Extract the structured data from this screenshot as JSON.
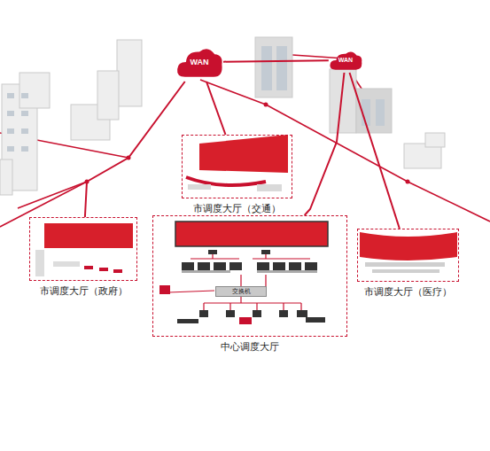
{
  "diagram": {
    "nodes": [
      {
        "text": [
          "WAN"
        ]
      },
      {
        "text": [
          "WAN"
        ]
      },
      {
        "text": [
          "市调度大厅（交通）"
        ]
      },
      {
        "text": [
          "市调度大厅（政府）"
        ]
      },
      {
        "text": [
          "中心调度大厅"
        ]
      },
      {
        "text": [
          "交换机"
        ],
        "in": 4
      },
      {
        "text": [
          "市调度大厅（医疗）"
        ]
      }
    ],
    "edges": [
      {
        "from": 0,
        "to": 2,
        "arrow": "none"
      },
      {
        "from": 0,
        "to": 3,
        "arrow": "none"
      },
      {
        "from": 0,
        "to": 1,
        "arrow": "none"
      },
      {
        "from": 1,
        "to": 4,
        "arrow": "none"
      },
      {
        "from": 1,
        "to": 6,
        "arrow": "none"
      }
    ]
  }
}
